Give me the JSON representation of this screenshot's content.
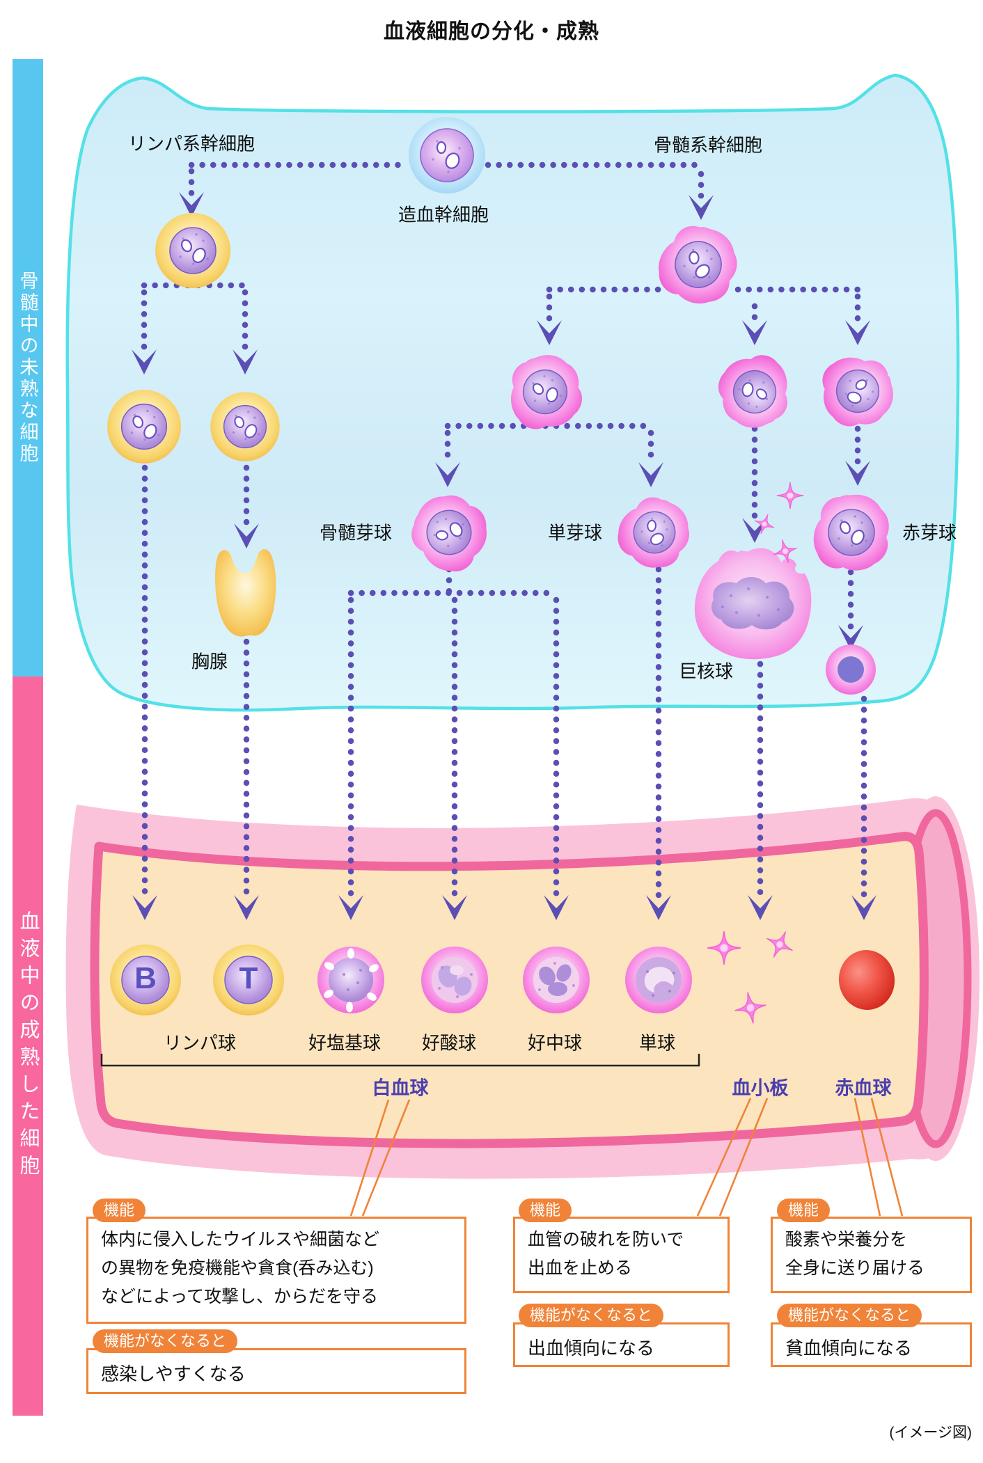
{
  "title": "血液細胞の分化・成熟",
  "sidebar": {
    "immature_label": "骨髄中の未熟な細胞",
    "mature_label": "血液中の成熟した細胞"
  },
  "marrow": {
    "lymphoid_stem": "リンパ系幹細胞",
    "hsc": "造血幹細胞",
    "myeloid_stem": "骨髄系幹細胞",
    "myeloblast": "骨髄芽球",
    "monoblast": "単芽球",
    "erythroblast": "赤芽球",
    "thymus": "胸腺",
    "megakaryocyte": "巨核球"
  },
  "blood": {
    "b": "B",
    "t": "T",
    "lymphocyte": "リンパ球",
    "basophil": "好塩基球",
    "eosinophil": "好酸球",
    "neutrophil": "好中球",
    "monocyte": "単球",
    "wbc": "白血球",
    "platelet": "血小板",
    "rbc": "赤血球"
  },
  "callouts": {
    "function_tag": "機能",
    "loss_tag": "機能がなくなると",
    "wbc": {
      "function_lines": [
        "体内に侵入したウイルスや細菌など",
        "の異物を免疫機能や貪食(呑み込む)",
        "などによって攻撃し、からだを守る"
      ],
      "loss": "感染しやすくなる"
    },
    "platelet": {
      "function_lines": [
        "血管の破れを防いで",
        "出血を止める"
      ],
      "loss": "出血傾向になる"
    },
    "rbc": {
      "function_lines": [
        "酸素や栄養分を",
        "全身に送り届ける"
      ],
      "loss": "貧血傾向になる"
    }
  },
  "footer": {
    "note": "(イメージ図)"
  },
  "colors": {
    "accent_orange": "#F08338",
    "label_purple": "#4A3FAE",
    "bar_cyan": "#57C7F0",
    "bar_pink": "#F8679E",
    "arrow_purple": "#5B4EB4",
    "region_blue": "#D3EFF9",
    "vessel_pink": "#FBC3DA",
    "vessel_rim": "#F0679D",
    "lumen_beige": "#FBE4BE",
    "rbc_red": "#E03228"
  }
}
